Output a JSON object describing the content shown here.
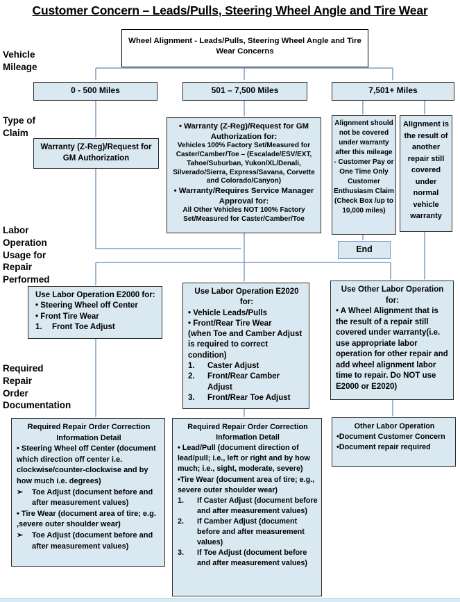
{
  "colors": {
    "box_fill": "#d9e8f1",
    "box_border": "#2b2b2b",
    "root_box_border": "#000000",
    "end_box_border": "#6f9bc8",
    "connector": "#7e9dc1",
    "text": "#000000"
  },
  "title": "Customer Concern – Leads/Pulls, Steering Wheel Angle and Tire Wear",
  "root_box": "Wheel Alignment - Leads/Pulls, Steering Wheel Angle and Tire Wear Concerns",
  "side_labels": {
    "vehicle_mileage": "Vehicle\nMileage",
    "type_of_claim": "Type of\nClaim",
    "labor_operation": "Labor\nOperation\nUsage for\nRepair\nPerformed",
    "required_docs": "Required\nRepair\nOrder\nDocumentation"
  },
  "mileage": {
    "m1": "0 - 500 Miles",
    "m2": "501 – 7,500 Miles",
    "m3": "7,501+ Miles"
  },
  "claim": {
    "left": "Warranty (Z-Reg)/Request for GM  Authorization",
    "mid": {
      "h1": "• Warranty (Z-Reg)/Request for GM Authorization for:",
      "b1": "Vehicles 100% Factory Set/Measured for Caster/Camber/Toe – (Escalade/ESV/EXT, Tahoe/Suburban, Yukon/XL/Denali, Silverado/Sierra, Express/Savana,  Corvette and Colorado/Canyon)",
      "h2": "• Warranty/Requires Service Manager Approval for:",
      "b2": "All Other Vehicles NOT 100% Factory Set/Measured for Caster/Camber/Toe"
    },
    "right1": "Alignment should not be covered under warranty after this mileage - Customer Pay or  One Time Only Customer Enthusiasm Claim (Check Box /up to 10,000 miles)",
    "right2": "Alignment is the result of another repair still covered under normal vehicle warranty",
    "end": "End"
  },
  "labor": {
    "e2000": {
      "h": "Use Labor Operation E2000 for:",
      "b1": "• Steering Wheel off Center",
      "b2": "• Front Tire Wear",
      "n1": {
        "n": "1.",
        "t": "Front Toe Adjust"
      }
    },
    "e2020": {
      "h": "Use Labor Operation E2020 for:",
      "b1": "• Vehicle Leads/Pulls",
      "b2": "• Front/Rear Tire Wear",
      "b3": "(when Toe and Camber Adjust is required to correct condition)",
      "n1": {
        "n": "1.",
        "t": "Caster Adjust"
      },
      "n2": {
        "n": "2.",
        "t": "Front/Rear Camber Adjust"
      },
      "n3": {
        "n": "3.",
        "t": "Front/Rear Toe Adjust"
      }
    },
    "other": {
      "h": "Use Other Labor Operation for:",
      "b1": "• A Wheel Alignment that is the result of a repair still covered under warranty(i.e. use appropriate labor operation for other repair and add wheel alignment labor time to repair. Do NOT use E2000 or E2020)"
    }
  },
  "docs": {
    "left": {
      "h": "Required Repair Order Correction Information Detail",
      "b1": "•  Steering Wheel off Center (document which direction off center i.e. clockwise/counter-clockwise and by how much i.e. degrees)",
      "a1": {
        "n": "➢",
        "t": "Toe Adjust (document before and after measurement values)"
      },
      "b2": "• Tire Wear (document area of tire; e.g. ,severe outer shoulder wear)",
      "a2": {
        "n": "➢",
        "t": "Toe Adjust (document before and after measurement values)"
      }
    },
    "mid": {
      "h": "Required Repair Order Correction Information Detail",
      "b1": "• Lead/Pull (document direction of lead/pull; i.e., left or right and by how much; i.e., sight, moderate, severe)",
      "b2": "•Tire Wear (document area of tire; e.g., severe outer shoulder wear)",
      "n1": {
        "n": "1.",
        "t": "If Caster Adjust (document before and after measurement values)"
      },
      "n2": {
        "n": "2.",
        "t": "If Camber Adjust (document before and after measurement values)"
      },
      "n3": {
        "n": "3.",
        "t": "If Toe Adjust (document before and after measurement values)"
      }
    },
    "right": {
      "h": "Other Labor Operation",
      "b1": "•Document Customer Concern",
      "b2": "•Document repair required"
    }
  }
}
